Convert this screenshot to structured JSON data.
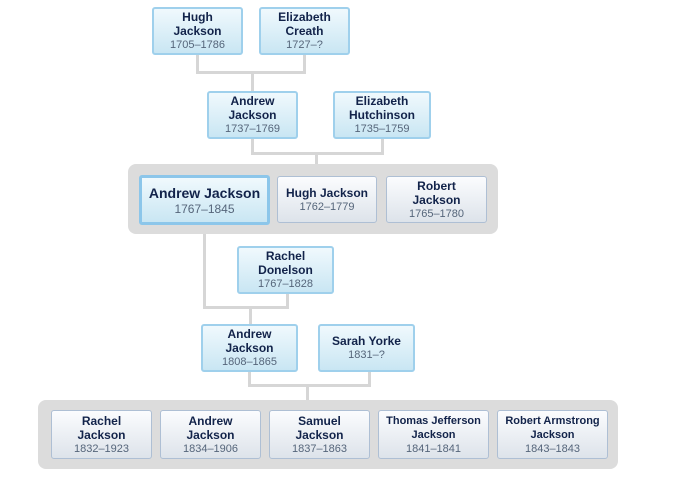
{
  "grandparents": [
    {
      "name": "Hugh Jackson",
      "dates": "1705–1786"
    },
    {
      "name": "Elizabeth Creath",
      "dates": "1727–?"
    }
  ],
  "parents": [
    {
      "name": "Andrew Jackson",
      "dates": "1737–1769"
    },
    {
      "name": "Elizabeth Hutchinson",
      "dates": "1735–1759"
    }
  ],
  "siblings": [
    {
      "name": "Andrew Jackson",
      "dates": "1767–1845"
    },
    {
      "name": "Hugh Jackson",
      "dates": "1762–1779"
    },
    {
      "name": "Robert Jackson",
      "dates": "1765–1780"
    }
  ],
  "spouse": {
    "name": "Rachel Donelson",
    "dates": "1767–1828"
  },
  "child_couple": [
    {
      "name": "Andrew Jackson",
      "dates": "1808–1865"
    },
    {
      "name": "Sarah Yorke",
      "dates": "1831–?"
    }
  ],
  "grandchildren": [
    {
      "name": "Rachel Jackson",
      "dates": "1832–1923"
    },
    {
      "name": "Andrew Jackson",
      "dates": "1834–1906"
    },
    {
      "name": "Samuel Jackson",
      "dates": "1837–1863"
    },
    {
      "name": "Thomas Jefferson Jackson",
      "dates": "1841–1841"
    },
    {
      "name": "Robert Armstrong Jackson",
      "dates": "1843–1843"
    }
  ]
}
